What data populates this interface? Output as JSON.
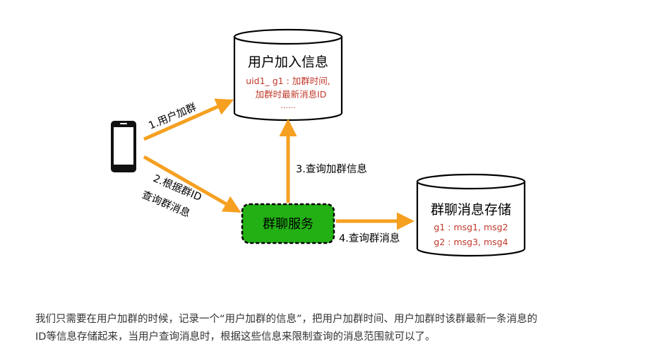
{
  "diagram": {
    "join_db": {
      "title": "用户加入信息",
      "line1": "uid1_ g1 : 加群时间,",
      "line2": "加群时最新消息ID",
      "line3": "......"
    },
    "msg_db": {
      "title": "群聊消息存储",
      "line1": "g1 : msg1,  msg2",
      "line2": "g2 : msg3,  msg4"
    },
    "service": {
      "label": "群聊服务"
    },
    "arrows": {
      "a1": "1.用户加群",
      "a2_line1": "2.根据群ID",
      "a2_line2": "查询群消息",
      "a3": "3.查询加群信息",
      "a4": "4.查询群消息"
    },
    "colors": {
      "arrow": "#F5A020",
      "service_fill": "#22B014",
      "db_text_red": "#C0392B"
    },
    "icons": {
      "phone": "mobile-phone-icon"
    }
  },
  "caption": {
    "line1": "我们只需要在用户加群的时候，记录一个“用户加群的信息”，把用户加群时间、用户加群时该群最新一条消息的",
    "line2": "ID等信息存储起来，当用户查询消息时，根据这些信息来限制查询的消息范围就可以了。"
  }
}
